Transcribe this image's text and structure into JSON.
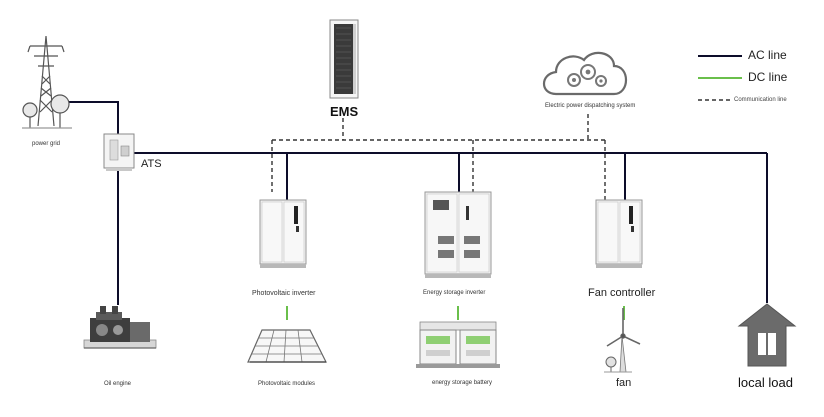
{
  "legend": {
    "ac_label": "AC line",
    "dc_label": "DC line",
    "comm_label": "Communication line"
  },
  "colors": {
    "ac": "#0d0d2a",
    "dc": "#6abf4b",
    "comm": "#333333",
    "device_body": "#f2f2f2",
    "device_edge": "#9a9a9a"
  },
  "labels": {
    "ems": "EMS",
    "ats": "ATS",
    "power_grid": "power grid",
    "dispatch": "Electric power dispatching system",
    "pv_inverter": "Photovoltaic inverter",
    "es_inverter": "Energy storage inverter",
    "fan_controller": "Fan controller",
    "oil_engine": "Oil engine",
    "pv_modules": "Photovoltaic modules",
    "battery": "energy storage battery",
    "fan": "fan",
    "local_load": "local load"
  }
}
